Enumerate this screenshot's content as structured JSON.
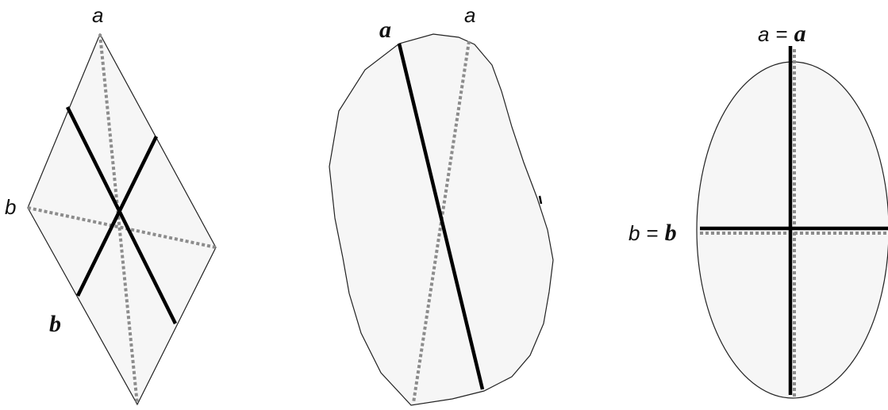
{
  "colors": {
    "shape_fill": "#f6f6f6",
    "shape_stroke": "#222222",
    "solid_axis": "#000000",
    "dotted_axis": "#8c8c8c"
  },
  "panels": [
    {
      "shape": "rhombus",
      "labels": {
        "dotted_a": "a",
        "dotted_b": "b",
        "solid_b": "b"
      }
    },
    {
      "shape": "irregular-blob",
      "labels": {
        "solid_a": "a",
        "dotted_a": "a"
      }
    },
    {
      "shape": "ellipse",
      "labels": {
        "top_plain": "a",
        "top_eq": "=",
        "top_bold": "a",
        "left_plain": "b",
        "left_eq": "=",
        "left_bold": "b"
      }
    }
  ]
}
